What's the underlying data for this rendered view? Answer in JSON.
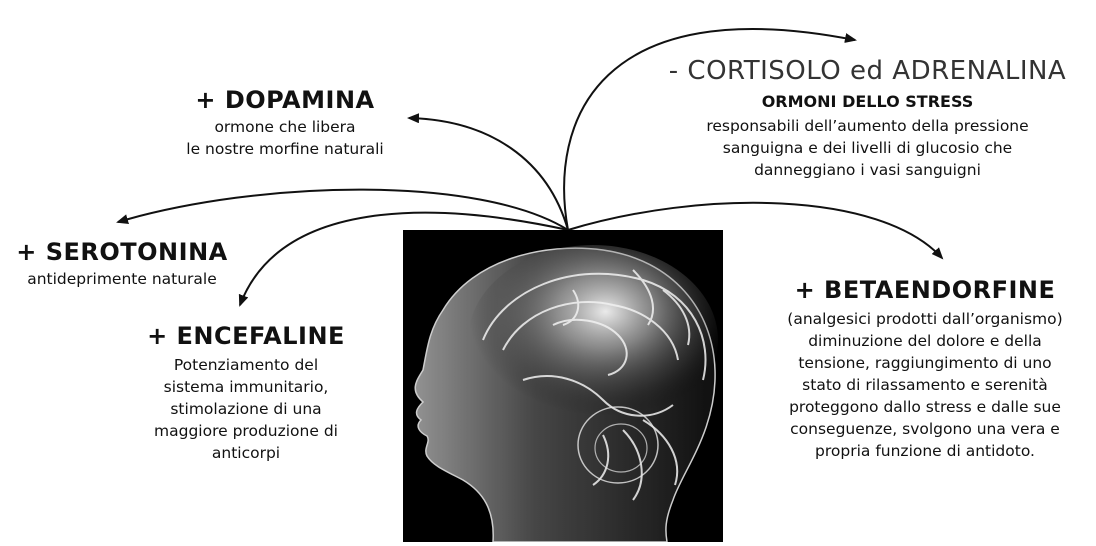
{
  "cortisolo": {
    "title": "- CORTISOLO ed ADRENALINA",
    "subtitle": "ORMONI DELLO STRESS",
    "lines": [
      "responsabili dell’aumento della pressione",
      "sanguigna e dei livelli di glucosio che",
      "danneggiano i vasi sanguigni"
    ]
  },
  "dopamina": {
    "title": "+ DOPAMINA",
    "lines": [
      "ormone che libera",
      "le nostre morfine naturali"
    ]
  },
  "serotonina": {
    "title": "+ SEROTONINA",
    "lines": [
      "antideprimente naturale"
    ]
  },
  "encefaline": {
    "title": "+ ENCEFALINE",
    "lines": [
      "Potenziamento del",
      "sistema immunitario,",
      "stimolazione di una",
      "maggiore produzione di",
      "anticorpi"
    ]
  },
  "betaendorfine": {
    "title": "+  BETAENDORFINE",
    "lines": [
      "(analgesici prodotti dall’organismo)",
      "diminuzione del dolore e della",
      "tensione, raggiungimento di uno",
      "stato di rilassamento e serenità",
      "proteggono dallo stress e dalle sue",
      "conseguenze, svolgono una vera e",
      "propria funzione di antidoto."
    ]
  },
  "colors": {
    "text": "#111111",
    "arrows": "#111111",
    "image_background": "#000000"
  },
  "illustration": "head-profile-with-glowing-brain"
}
